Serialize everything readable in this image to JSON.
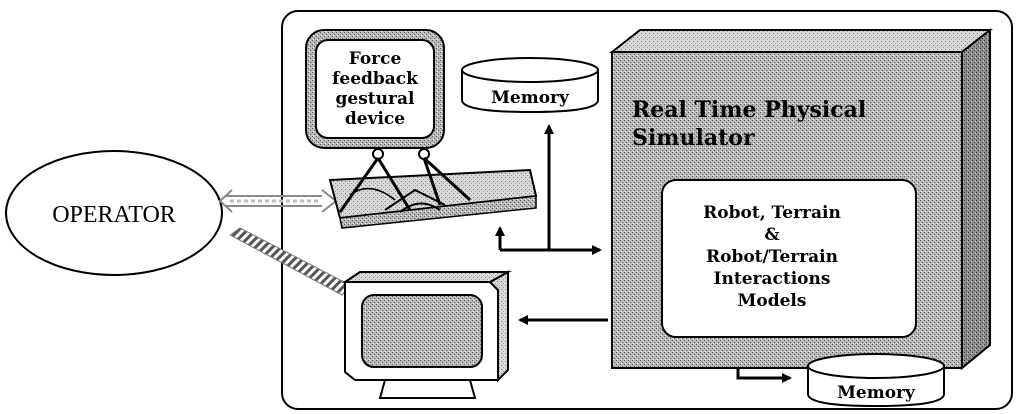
{
  "operator": {
    "label": "OPERATOR"
  },
  "device": {
    "lines": [
      "Force",
      "feedback",
      "gestural",
      "device"
    ]
  },
  "memory_top": {
    "label": "Memory"
  },
  "memory_bottom": {
    "label": "Memory"
  },
  "simulator": {
    "title_lines": [
      "Real Time Physical",
      "Simulator"
    ],
    "models_lines": [
      "Robot, Terrain",
      "&",
      "Robot/Terrain",
      "Interactions",
      "Models"
    ]
  },
  "colors": {
    "stipple_dark": "#8a8a8a",
    "stipple_light": "#cfcfcf",
    "outline": "#000000",
    "background": "#ffffff"
  }
}
